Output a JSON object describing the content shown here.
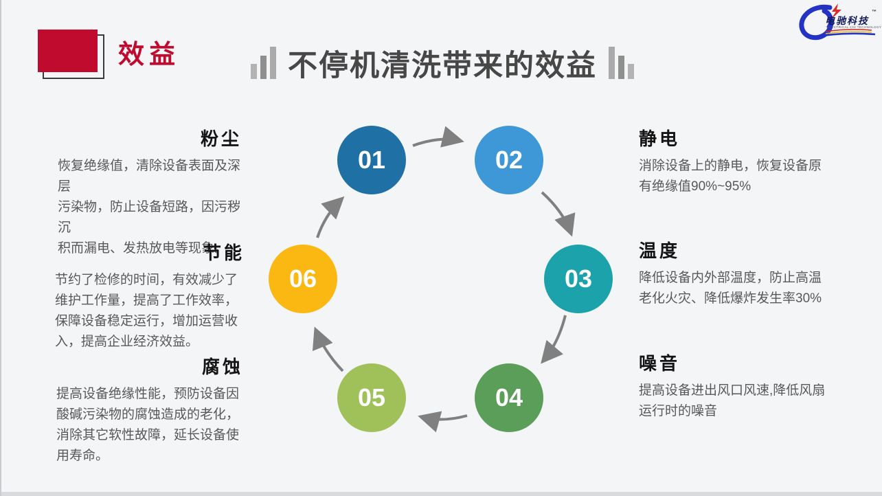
{
  "slide": {
    "background": "#f4f5f7",
    "accent_color": "#c00a2e"
  },
  "header": {
    "corner_label": "效益",
    "title": "不停机清洗带来的效益"
  },
  "logo": {
    "name": "电驰科技",
    "trademark": "™",
    "tagline": "ELECTRICAL CHI TECHNOLOGY"
  },
  "cycle": {
    "arrow_color": "#808080",
    "steps": [
      {
        "num": "01",
        "color": "#1e70a5"
      },
      {
        "num": "02",
        "color": "#3e98d8"
      },
      {
        "num": "03",
        "color": "#1ba2aa"
      },
      {
        "num": "04",
        "color": "#5a9e5a"
      },
      {
        "num": "05",
        "color": "#a0c15a"
      },
      {
        "num": "06",
        "color": "#fcb812"
      }
    ]
  },
  "benefits": {
    "left": [
      {
        "title": "粉尘",
        "body": "恢复绝缘值，清除设备表面及深层\n污染物，防止设备短路，因污秽沉\n积而漏电、发热放电等现象。"
      },
      {
        "title": "节能",
        "body": "节约了检修的时间，有效减少了\n维护工作量，提高了工作效率，\n保障设备稳定运行，增加运营收\n入，提高企业经济效益。"
      },
      {
        "title": "腐蚀",
        "body": "提高设备绝缘性能，预防设备因\n酸碱污染物的腐蚀造成的老化，\n消除其它软性故障，延长设备使\n用寿命。"
      }
    ],
    "right": [
      {
        "title": "静电",
        "body": "消除设备上的静电，恢复设备原\n有绝缘值90%~95%"
      },
      {
        "title": "温度",
        "body": "降低设备内外部温度，防止高温\n老化火灾、降低爆炸发生率30%"
      },
      {
        "title": "噪音",
        "body": "提高设备进出风口风速,降低风扇\n运行时的噪音"
      }
    ]
  }
}
